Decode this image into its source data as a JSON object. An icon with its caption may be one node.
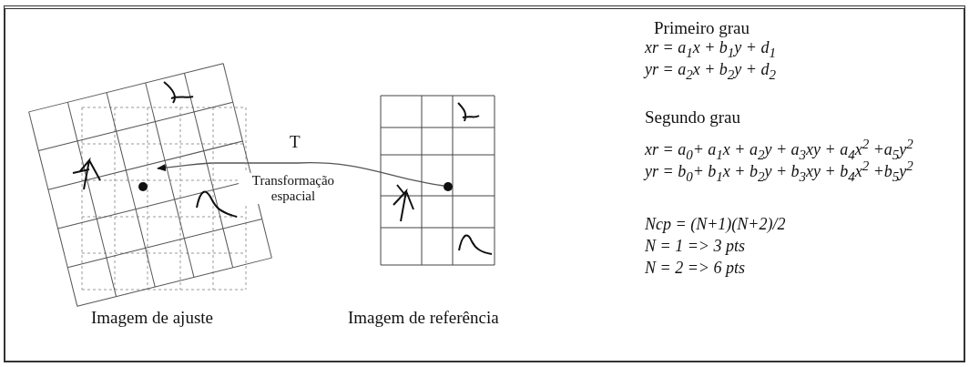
{
  "diagram": {
    "nodes": [
      {
        "text": [],
        "shape": "picture",
        "beside": [
          "Imagem de ajuste"
        ]
      },
      {
        "text": [],
        "shape": "circle",
        "in": 0
      },
      {
        "text": [],
        "shape": "picture",
        "beside": [
          "Imagem de referência"
        ]
      },
      {
        "text": [],
        "shape": "circle",
        "in": 2
      }
    ],
    "edges": [
      {
        "from": 3,
        "to": 1,
        "arrow": "to",
        "label": "Transformação espacial"
      }
    ],
    "labels": [
      "T",
      "Primeiro grau",
      "xr = a$_{1}$x + b$_{1}$y + d$_{1}$",
      "yr = a$_{2}$x + b$_{2}$y + d$_{2}$",
      "Segundo grau",
      "xr = a$_{0}$+ a$_{1}$x + a$_{2}$y + a$_{3}$xy + a$_{4}$x$^{2}$ +a$_{5}$y$^{2}$",
      "yr = b$_{0}$+ b$_{1}$x + b$_{2}$y + b$_{3}$xy + b$_{4}$x$^{2}$ +b$_{5}$y$^{2}$",
      "Ncp = (N+1)(N+2)/2",
      "N = 1 => 3 pts",
      "N = 2 => 6 pts"
    ]
  }
}
